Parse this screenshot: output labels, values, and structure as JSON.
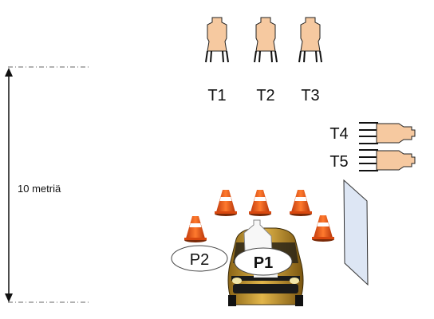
{
  "distance_label": "10 metriä",
  "targets": [
    {
      "id": "T1",
      "label": "T1"
    },
    {
      "id": "T2",
      "label": "T2"
    },
    {
      "id": "T3",
      "label": "T3"
    },
    {
      "id": "T4",
      "label": "T4"
    },
    {
      "id": "T5",
      "label": "T5"
    }
  ],
  "positions": [
    {
      "id": "P1",
      "label": "P1"
    },
    {
      "id": "P2",
      "label": "P2"
    }
  ],
  "colors": {
    "target_fill": "#f6c9a0",
    "cone_orange": "#ee5a1c",
    "car_gold": "#c99a2e",
    "barrier": "#dde6f4"
  }
}
